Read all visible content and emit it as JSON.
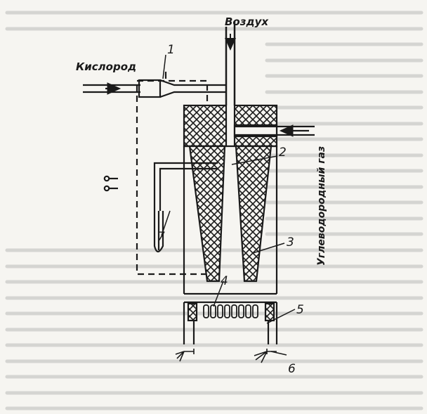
{
  "labels": {
    "air": "Воздух",
    "oxygen": "Кислород",
    "hydrocarbon_gas": "Углеводородный газ"
  },
  "part_numbers": [
    "1",
    "2",
    "3",
    "4",
    "5",
    "6",
    "7"
  ],
  "colors": {
    "ink": "#1a1a1a",
    "paper": "#f6f5f1",
    "bleed": "#8d8d8d"
  }
}
